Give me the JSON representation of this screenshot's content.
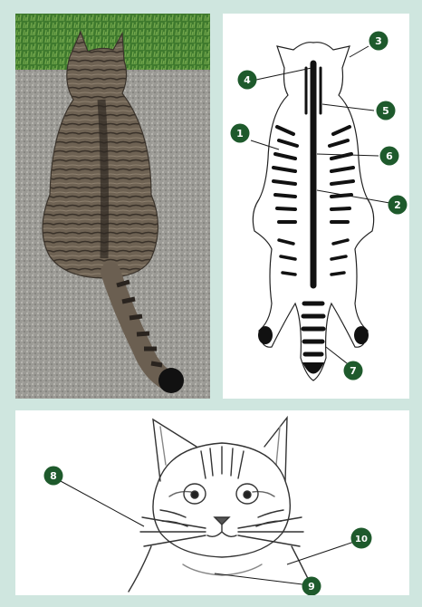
{
  "callouts": {
    "c1": "1",
    "c2": "2",
    "c3": "3",
    "c4": "4",
    "c5": "5",
    "c6": "6",
    "c7": "7",
    "c8": "8",
    "c9": "9",
    "c10": "10"
  },
  "colors": {
    "frame_background": "#cfe6df",
    "callout_fill": "#1e5a2c",
    "callout_text": "#ffffff",
    "line": "#1a1a1a"
  },
  "icons": {
    "photo": "tabby-cat-back-photo",
    "body_diagram": "tabby-cat-dorsal-stripe-diagram",
    "face_diagram": "tabby-cat-face-sketch"
  }
}
